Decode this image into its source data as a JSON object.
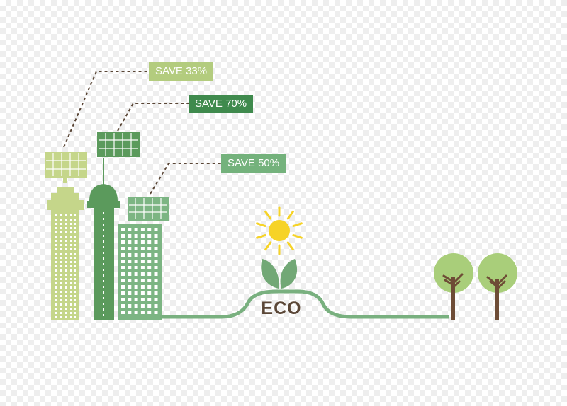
{
  "labels": [
    {
      "text": "SAVE 33%",
      "color": "#b3cc7e"
    },
    {
      "text": "SAVE 70%",
      "color": "#3f8a4d"
    },
    {
      "text": "SAVE 50%",
      "color": "#74b27c"
    }
  ],
  "center_text": "ECO",
  "colors": {
    "light_building": "#c5d68a",
    "dark_building": "#5b9a5c",
    "mid_building": "#7cb583",
    "road": "#79b07f",
    "sun": "#f6d327",
    "leaf": "#72a876",
    "tree_crown": "#a9ce7a",
    "trunk": "#6e4c36",
    "dotted_line": "#5a4636"
  }
}
